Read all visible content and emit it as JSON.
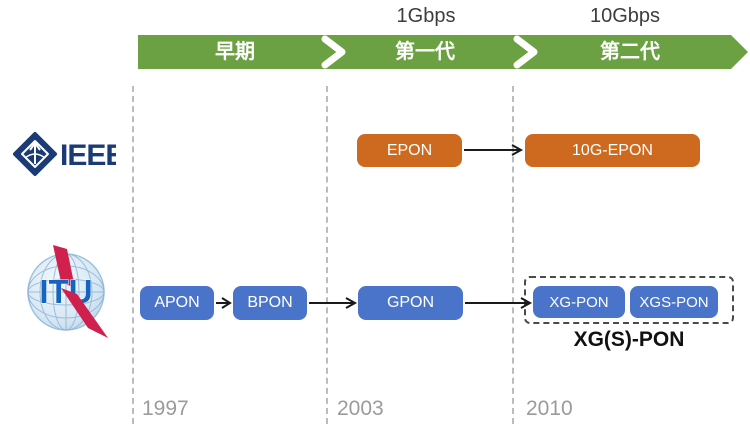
{
  "speed_labels": {
    "gen1": "1Gbps",
    "gen2": "10Gbps"
  },
  "timeline": {
    "eras": [
      {
        "label": "早期"
      },
      {
        "label": "第一代"
      },
      {
        "label": "第二代"
      }
    ],
    "arrow_color": "#6BA043"
  },
  "ieee": {
    "logo_text": "IEEE",
    "logo_color": "#1A3B76",
    "node_color": "#CE6A1F",
    "nodes": {
      "epon": "EPON",
      "epon_10g": "10G-EPON"
    }
  },
  "itu": {
    "logo_text": "ITU",
    "logo_text_color": "#1565C0",
    "bolt_color": "#D0204D",
    "node_color": "#4A74C9",
    "nodes": {
      "apon": "APON",
      "bpon": "BPON",
      "gpon": "GPON",
      "xgpon": "XG-PON",
      "xgspon": "XGS-PON"
    },
    "group_label": "XG(S)-PON"
  },
  "years": [
    {
      "label": "1997"
    },
    {
      "label": "2003"
    },
    {
      "label": "2010"
    }
  ]
}
